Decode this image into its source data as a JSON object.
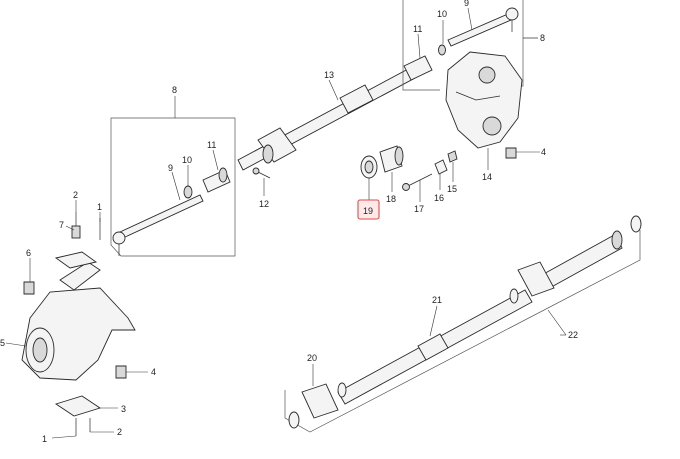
{
  "diagram": {
    "highlight_color": "#e04a4a",
    "callouts": {
      "c1a": "1",
      "c1b": "1",
      "c2a": "2",
      "c2b": "2",
      "c3": "3",
      "c4a": "4",
      "c4b": "4",
      "c5": "5",
      "c6": "6",
      "c7": "7",
      "c8a": "8",
      "c8b": "8",
      "c9a": "9",
      "c9b": "9",
      "c10a": "10",
      "c10b": "10",
      "c11a": "11",
      "c11b": "11",
      "c12": "12",
      "c13": "13",
      "c14": "14",
      "c15": "15",
      "c16": "16",
      "c17": "17",
      "c18": "18",
      "c19": "19",
      "c20": "20",
      "c21": "21",
      "c22": "22"
    }
  }
}
